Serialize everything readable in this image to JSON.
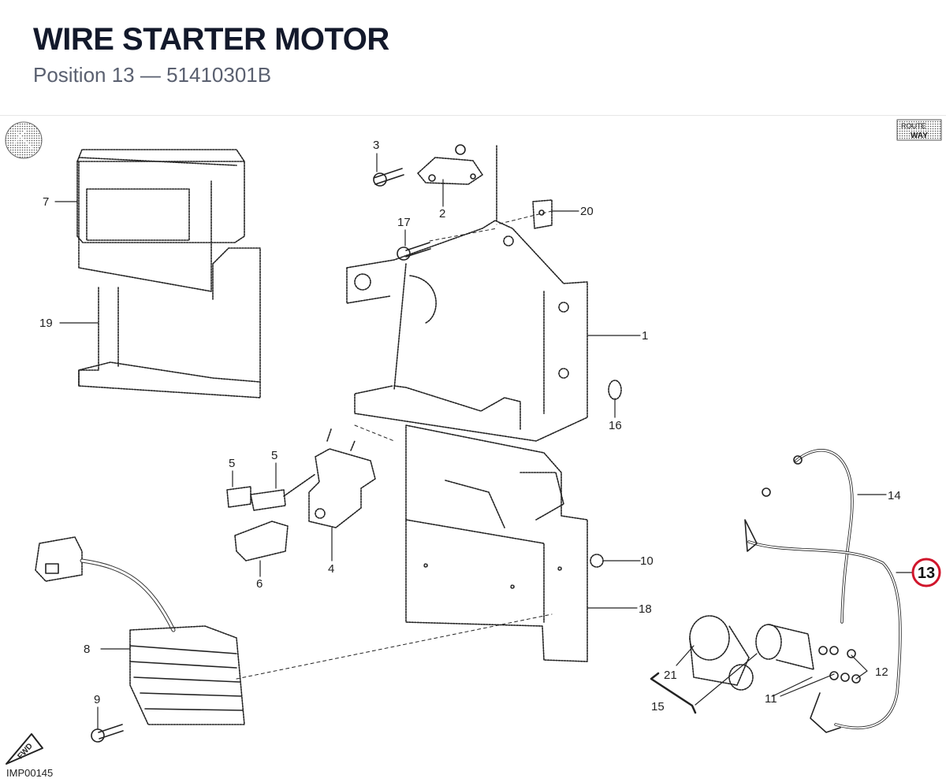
{
  "header": {
    "title": "WIRE STARTER MOTOR",
    "subtitle": "Position 13 — 51410301B"
  },
  "diagram": {
    "drawing_code": "IMP00145",
    "fwd_label": "FWD",
    "corner_label_line1": "ROUTE",
    "corner_label_line2": "WAY",
    "highlighted_callout": "13",
    "highlight_color": "#d0152b",
    "callouts": [
      {
        "id": "c1",
        "text": "1"
      },
      {
        "id": "c2",
        "text": "2"
      },
      {
        "id": "c3",
        "text": "3"
      },
      {
        "id": "c4",
        "text": "4"
      },
      {
        "id": "c5a",
        "text": "5"
      },
      {
        "id": "c5b",
        "text": "5"
      },
      {
        "id": "c6",
        "text": "6"
      },
      {
        "id": "c7",
        "text": "7"
      },
      {
        "id": "c8",
        "text": "8"
      },
      {
        "id": "c9",
        "text": "9"
      },
      {
        "id": "c10",
        "text": "10"
      },
      {
        "id": "c11",
        "text": "11"
      },
      {
        "id": "c12",
        "text": "12"
      },
      {
        "id": "c14",
        "text": "14"
      },
      {
        "id": "c15",
        "text": "15"
      },
      {
        "id": "c16",
        "text": "16"
      },
      {
        "id": "c17",
        "text": "17"
      },
      {
        "id": "c18",
        "text": "18"
      },
      {
        "id": "c19",
        "text": "19"
      },
      {
        "id": "c20",
        "text": "20"
      },
      {
        "id": "c21",
        "text": "21"
      }
    ]
  }
}
